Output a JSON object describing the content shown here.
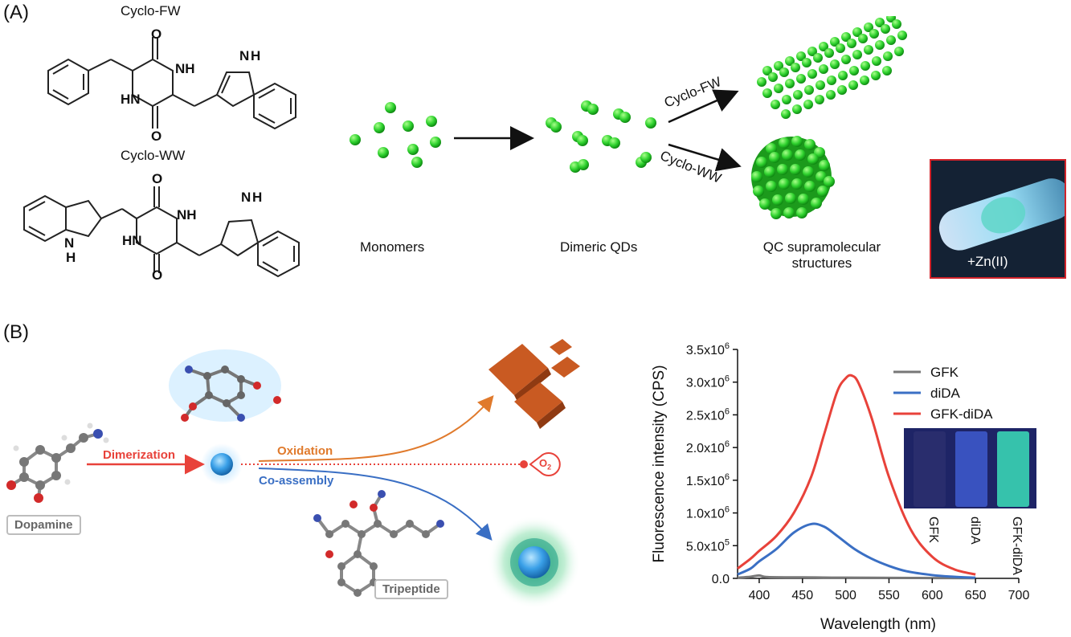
{
  "panel_a": {
    "label": "(A)",
    "structures": [
      {
        "name": "Cyclo-FW",
        "atoms": [
          "O",
          "NH",
          "HN",
          "O",
          "N",
          "H"
        ]
      },
      {
        "name": "Cyclo-WW",
        "atoms": [
          "O",
          "NH",
          "HN",
          "O",
          "N",
          "H",
          "N",
          "H"
        ]
      }
    ],
    "stages": {
      "monomers": "Monomers",
      "dimers": "Dimeric QDs",
      "supramolecular_line1": "QC supramolecular",
      "supramolecular_line2": "structures"
    },
    "arrow_labels": {
      "upper": "Cyclo-FW",
      "lower": "Cyclo-WW"
    },
    "photo_caption": "+Zn(II)",
    "particle_color": "#2ed12e"
  },
  "panel_b": {
    "label": "(B)",
    "dopamine": "Dopamine",
    "tripeptide": "Tripeptide",
    "dimerization": "Dimerization",
    "oxidation": "Oxidation",
    "coassembly": "Co-assembly",
    "oxygen": "O",
    "oxygen_subscript": "2",
    "colors": {
      "red": "#e8423a",
      "orange": "#e07a2c",
      "blue": "#3a6fc4",
      "brown": "#c95a22"
    }
  },
  "chart_data": {
    "type": "line",
    "xlabel": "Wavelength (nm)",
    "ylabel": "Fluorescence intensity (CPS)",
    "xlim": [
      375,
      700
    ],
    "ylim": [
      0,
      3500000
    ],
    "xticks": [
      400,
      450,
      500,
      550,
      600,
      650,
      700
    ],
    "yticks": [
      {
        "value": 0,
        "label": "0.0"
      },
      {
        "value": 500000,
        "label": "5.0x10",
        "exp": "5"
      },
      {
        "value": 1000000,
        "label": "1.0x10",
        "exp": "6"
      },
      {
        "value": 1500000,
        "label": "1.5x10",
        "exp": "6"
      },
      {
        "value": 2000000,
        "label": "2.0x10",
        "exp": "6"
      },
      {
        "value": 2500000,
        "label": "2.5x10",
        "exp": "6"
      },
      {
        "value": 3000000,
        "label": "3.0x10",
        "exp": "6"
      },
      {
        "value": 3500000,
        "label": "3.5x10",
        "exp": "6"
      }
    ],
    "legend_position": "top-right",
    "series": [
      {
        "name": "GFK",
        "color": "#777777",
        "x": [
          375,
          390,
          400,
          410,
          450,
          500,
          550,
          600,
          650
        ],
        "y": [
          10000,
          25000,
          45000,
          20000,
          15000,
          10000,
          8000,
          5000,
          3000
        ]
      },
      {
        "name": "diDA",
        "color": "#3a6fc4",
        "x": [
          375,
          390,
          400,
          420,
          440,
          460,
          475,
          490,
          510,
          530,
          550,
          570,
          600,
          625,
          650
        ],
        "y": [
          60000,
          150000,
          260000,
          450000,
          700000,
          830000,
          790000,
          650000,
          450000,
          300000,
          190000,
          110000,
          50000,
          25000,
          10000
        ]
      },
      {
        "name": "GFK-diDA",
        "color": "#e8423a",
        "x": [
          375,
          390,
          400,
          420,
          440,
          460,
          475,
          490,
          500,
          507,
          515,
          530,
          550,
          575,
          600,
          625,
          650
        ],
        "y": [
          150000,
          300000,
          420000,
          650000,
          1000000,
          1550000,
          2200000,
          2850000,
          3060000,
          3100000,
          2980000,
          2450000,
          1550000,
          750000,
          330000,
          140000,
          60000
        ]
      }
    ],
    "inset_labels": [
      "GFK",
      "diDA",
      "GFK-diDA"
    ]
  }
}
